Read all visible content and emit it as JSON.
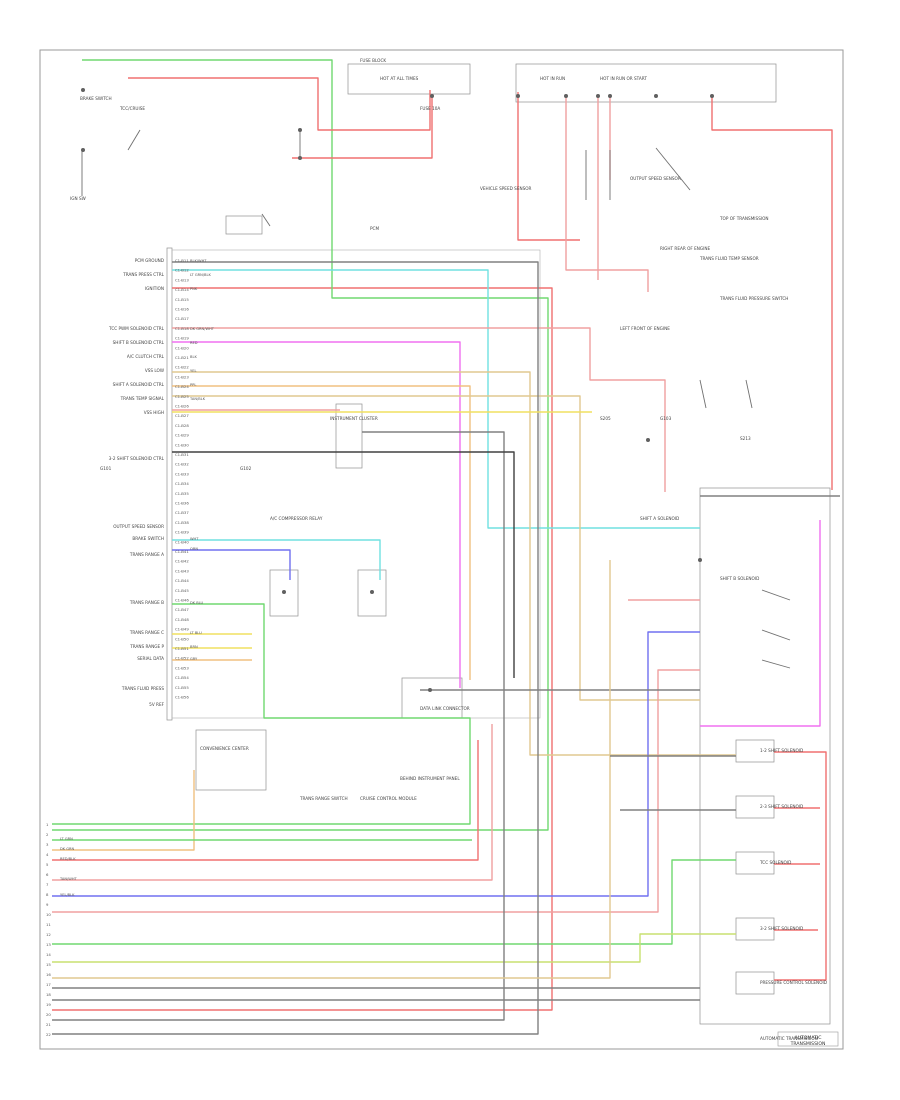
{
  "diagram": {
    "title_lines": [
      "AUTOMATIC",
      "TRANSMISSION"
    ],
    "colors": {
      "red": "#f07070",
      "pink": "#f0a0a0",
      "green": "#70d870",
      "yellow_green": "#c8e070",
      "yellow": "#f0e060",
      "cyan": "#70e0e0",
      "magenta": "#f070f0",
      "blue": "#7070f0",
      "orange": "#f0c080",
      "tan": "#e0c890",
      "gray": "#808080",
      "black": "#404040"
    },
    "pcm_pins": [
      "C1-B11",
      "C1-B12",
      "C1-B13",
      "C1-B14",
      "C1-B15",
      "C1-B16",
      "C1-B17",
      "C1-B18",
      "C1-B19",
      "C1-B20",
      "C1-B21",
      "C1-B22",
      "C1-B23",
      "C1-B24",
      "C1-B25",
      "C1-B26",
      "C1-B27",
      "C1-B28",
      "C1-B29",
      "C1-B30",
      "C1-B31",
      "C1-B32",
      "C1-B33",
      "C1-B34",
      "C1-B35",
      "C1-B36",
      "C1-B37",
      "C1-B38",
      "C1-B39",
      "C1-B40",
      "C1-B41",
      "C1-B42",
      "C1-B43",
      "C1-B44",
      "C1-B45",
      "C1-B46",
      "C1-B47",
      "C1-B48",
      "C1-B49",
      "C1-B50",
      "C1-B51",
      "C1-B52",
      "C1-B53",
      "C1-B54",
      "C1-B55",
      "C1-B56"
    ],
    "pcm_functions": [
      "PCM GROUND",
      "TRANS PRESS CTRL",
      "IGNITION",
      "TCC PWM SOLENOID CTRL",
      "SHIFT B SOLENOID CTRL",
      "A/C CLUTCH CTRL",
      "VSS LOW",
      "SHIFT A SOLENOID CTRL",
      "TRANS TEMP SIGNAL",
      "VSS HIGH",
      "3-2 SHIFT SOLENOID CTRL",
      "OUTPUT SPEED SENSOR",
      "BRAKE SWITCH",
      "TRANS RANGE A",
      "TRANS RANGE B",
      "TRANS RANGE C",
      "TRANS RANGE P",
      "SERIAL DATA",
      "TRANS FLUID PRESS",
      "5V REF"
    ],
    "wire_labels": [
      "BLK/WHT",
      "LT GRN/BLK",
      "PNK",
      "DK GRN/WHT",
      "RED",
      "BLK",
      "YEL",
      "PPL",
      "TAN/BLK",
      "WHT",
      "ORN",
      "DK BLU",
      "LT BLU",
      "BRN",
      "GRY",
      "LT GRN",
      "DK GRN",
      "RED/BLK",
      "TAN/WHT",
      "YEL/BLK"
    ],
    "component_labels": [
      "FUSE BLOCK",
      "HOT AT ALL TIMES",
      "HOT IN RUN",
      "HOT IN RUN OR START",
      "BRAKE SWITCH",
      "TCC/CRUISE",
      "FUSE 10A",
      "IGN SW",
      "PCM",
      "VEHICLE SPEED SENSOR",
      "OUTPUT SPEED SENSOR",
      "TRANS FLUID TEMP SENSOR",
      "TRANS FLUID PRESSURE SWITCH",
      "SHIFT A SOLENOID",
      "SHIFT B SOLENOID",
      "1-2 SHIFT SOLENOID",
      "2-3 SHIFT SOLENOID",
      "TCC SOLENOID",
      "3-2 SHIFT SOLENOID",
      "PRESSURE CONTROL SOLENOID",
      "AUTOMATIC TRANSMISSION",
      "TRANS RANGE SWITCH",
      "G101",
      "G102",
      "G103",
      "S205",
      "S213",
      "INSTRUMENT CLUSTER",
      "DATA LINK CONNECTOR",
      "CRUISE CONTROL MODULE",
      "A/C COMPRESSOR RELAY",
      "CONVENIENCE CENTER",
      "LEFT FRONT OF ENGINE",
      "RIGHT REAR OF ENGINE",
      "TOP OF TRANSMISSION",
      "BEHIND INSTRUMENT PANEL"
    ],
    "bus_numbers": [
      "1",
      "2",
      "3",
      "4",
      "5",
      "6",
      "7",
      "8",
      "9",
      "10",
      "11",
      "12",
      "13",
      "14",
      "15",
      "16",
      "17",
      "18",
      "19",
      "20",
      "21",
      "22"
    ]
  }
}
